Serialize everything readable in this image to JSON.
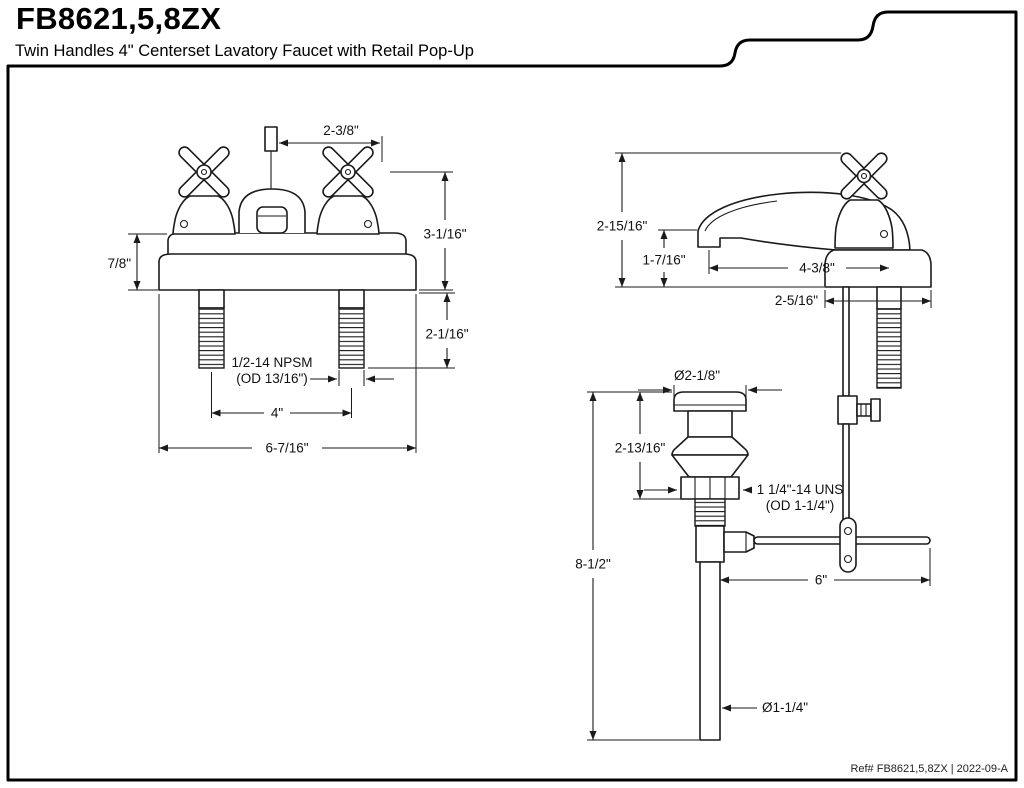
{
  "header": {
    "title": "FB8621,5,8ZX",
    "subtitle": "Twin Handles 4\" Centerset Lavatory Faucet with Retail Pop-Up"
  },
  "front_view": {
    "dim_rod_to_handle": "2-3/8\"",
    "dim_body_height": "3-1/16\"",
    "dim_deck_thickness": "7/8\"",
    "dim_shank_length": "2-1/16\"",
    "shank_thread_line1": "1/2-14 NPSM",
    "shank_thread_line2": "(OD 13/16\")",
    "dim_handle_centers": "4\"",
    "dim_overall_width": "6-7/16\""
  },
  "side_view": {
    "dim_overall_height": "2-15/16\"",
    "dim_spout_clearance": "1-7/16\"",
    "dim_spout_reach": "4-3/8\"",
    "dim_base_depth": "2-5/16\""
  },
  "popup_drain": {
    "dim_flange_diameter": "Ø2-1/8\"",
    "dim_upper_height": "2-13/16\"",
    "drain_thread_line1": "1 1/4\"-14 UNS",
    "drain_thread_line2": "(OD 1-1/4\")",
    "dim_overall_height": "8-1/2\"",
    "dim_rod_length": "6\"",
    "dim_tailpiece_diameter": "Ø1-1/4\""
  },
  "footer": {
    "ref": "Ref# FB8621,5,8ZX | 2022-09-A"
  }
}
